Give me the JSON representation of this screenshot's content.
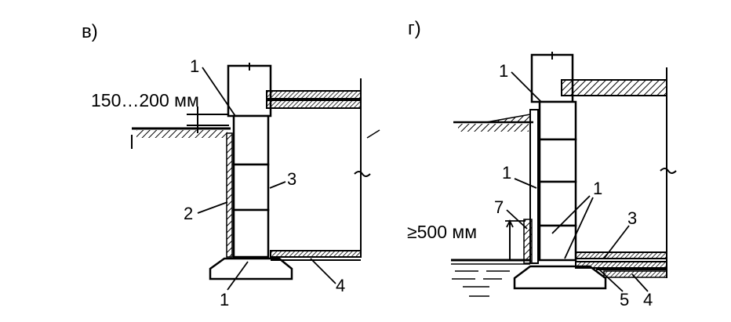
{
  "panels": [
    {
      "id": "v",
      "title": "в)",
      "dimension": "150…200 мм",
      "callouts": [
        "1",
        "2",
        "3",
        "1",
        "4"
      ]
    },
    {
      "id": "g",
      "title": "г)",
      "dimension": "≥500 мм",
      "callouts": [
        "1",
        "1",
        "7",
        "1",
        "3",
        "5",
        "4"
      ]
    }
  ]
}
